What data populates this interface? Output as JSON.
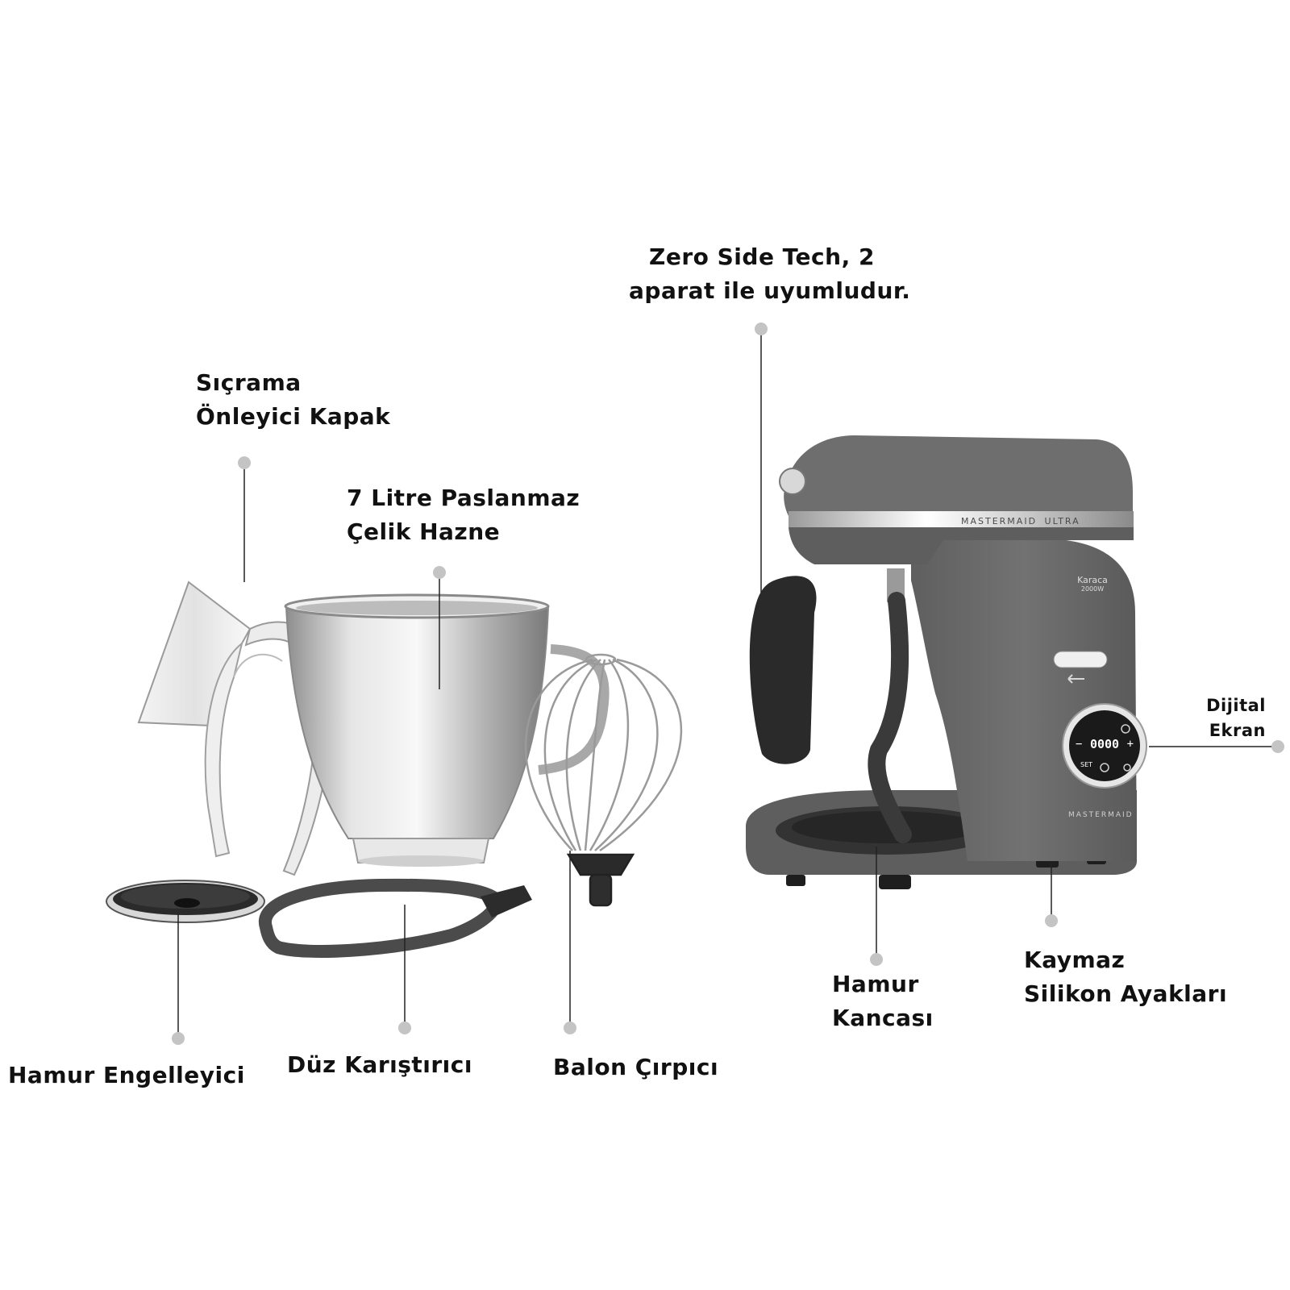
{
  "labels": {
    "zero_side": [
      "Zero Side Tech, 2",
      "aparat ile uyumludur."
    ],
    "splash_lid": [
      "Sıçrama",
      "Önleyici Kapak"
    ],
    "bowl": [
      "7 Litre Paslanmaz",
      "Çelik Hazne"
    ],
    "digital_screen": [
      "Dijital",
      "Ekran"
    ],
    "dough_blocker": [
      "Hamur Engelleyici"
    ],
    "flat_beater": [
      "Düz Karıştırıcı"
    ],
    "balloon_whisk": [
      "Balon Çırpıcı"
    ],
    "dough_hook": [
      "Hamur",
      "Kancası"
    ],
    "silicone_feet": [
      "Kaymaz",
      "Silikon Ayakları"
    ]
  },
  "product": {
    "brand_top": "MASTERMAID",
    "model_tag": "ULTRA",
    "badge_brand": "Karaca",
    "badge_power": "2000W",
    "brand_bottom": "MASTERMAID",
    "display_value": "0000",
    "display_minus": "−",
    "display_plus": "+",
    "display_set": "SET"
  },
  "colors": {
    "body": "#6b6b6b",
    "body_dark": "#4a4a4a",
    "steel": "#c8c8c8",
    "leader": "#222222",
    "dot": "#c4c4c4"
  }
}
